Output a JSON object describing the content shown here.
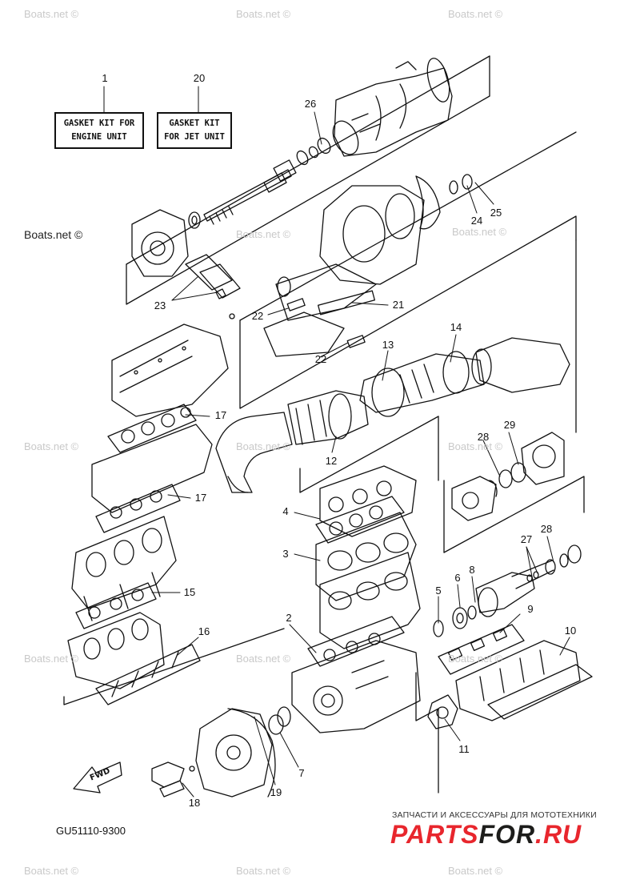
{
  "diagram": {
    "part_code": "GU51110-9300",
    "kits": [
      {
        "callout": "1",
        "line1": "GASKET KIT FOR",
        "line2": "ENGINE UNIT"
      },
      {
        "callout": "20",
        "line1": "GASKET KIT",
        "line2": "FOR JET UNIT"
      }
    ],
    "callouts": [
      "1",
      "20",
      "26",
      "24",
      "25",
      "23",
      "22",
      "21",
      "22",
      "14",
      "13",
      "17",
      "17",
      "12",
      "29",
      "28",
      "4",
      "3",
      "15",
      "27",
      "28",
      "6",
      "8",
      "5",
      "9",
      "10",
      "2",
      "16",
      "7",
      "19",
      "18",
      "11"
    ],
    "fwd_label": "FWD"
  },
  "watermarks": {
    "site": "Boats.net ©"
  },
  "shop": {
    "tagline": "ЗАПЧАСТИ И АКСЕССУАРЫ ДЛЯ МОТОТЕХНИКИ",
    "logo_main": "PARTS",
    "logo_accent": "FOR",
    "logo_tail": ".RU",
    "color_main": "#e8262d",
    "color_accent": "#1d1d1b"
  }
}
